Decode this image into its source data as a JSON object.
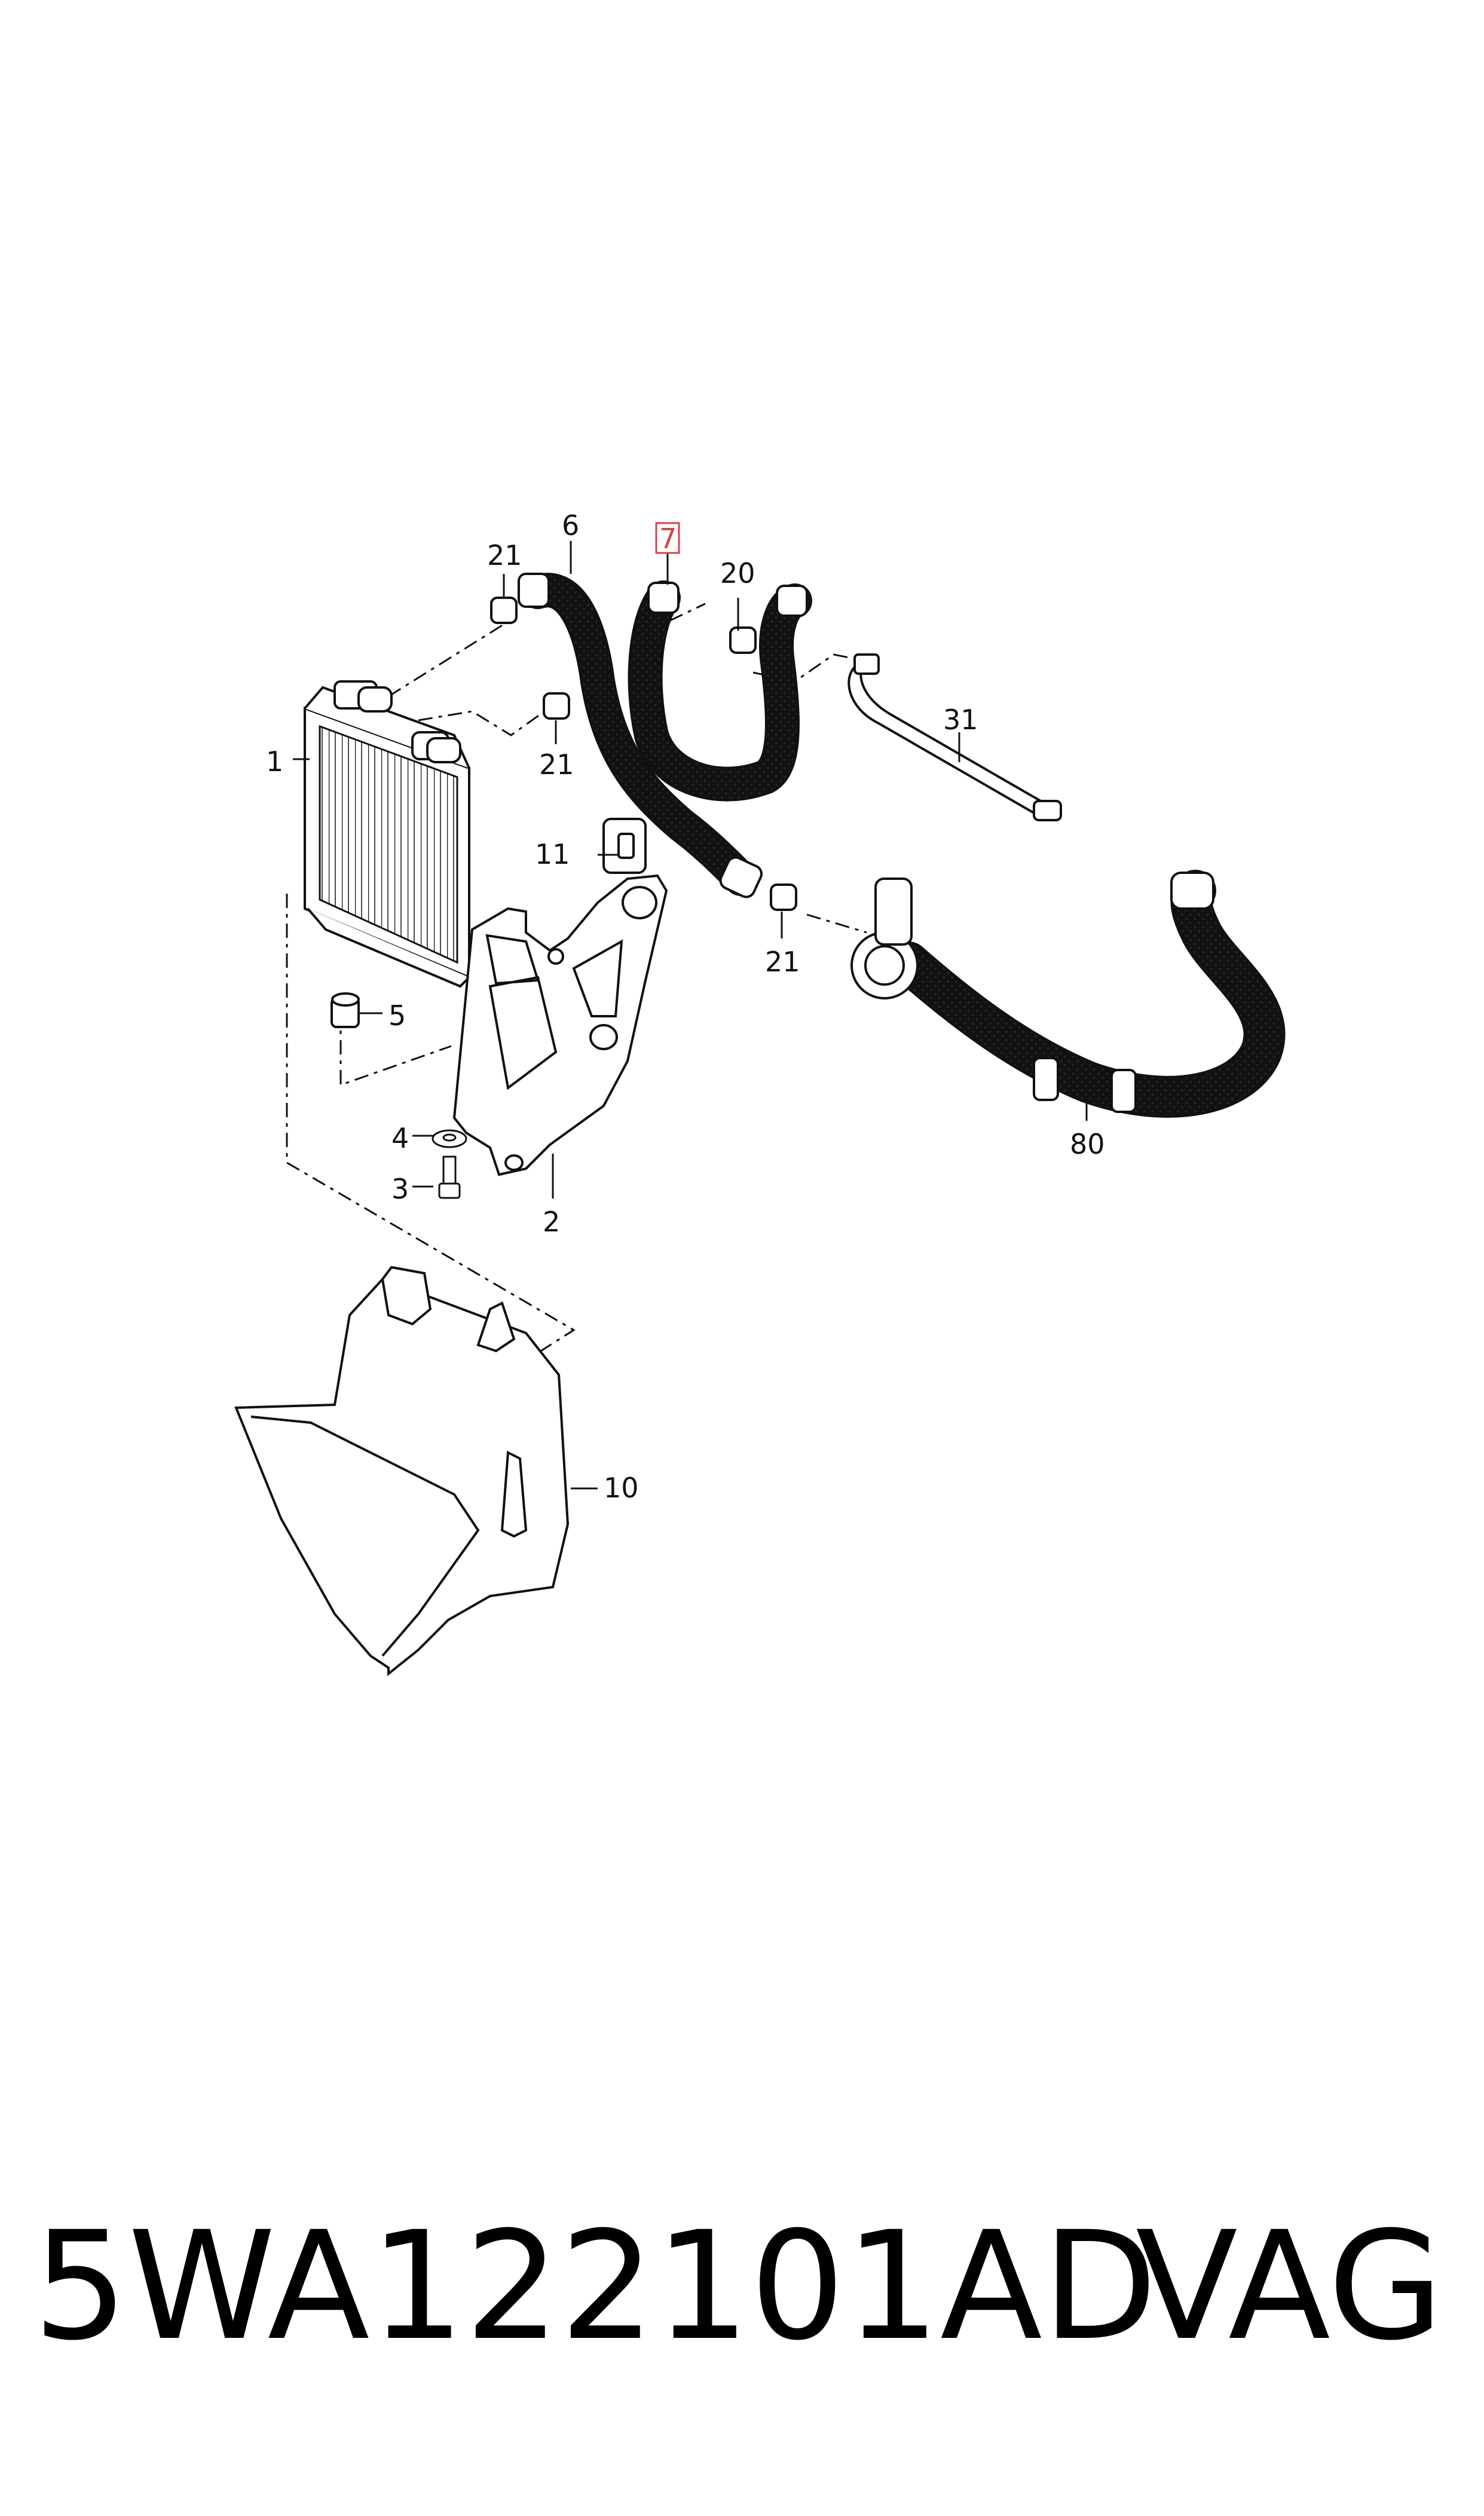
{
  "diagram": {
    "callouts": {
      "c1": "1",
      "c2": "2",
      "c3": "3",
      "c4": "4",
      "c5": "5",
      "c6": "6",
      "c7": "7",
      "c10": "10",
      "c11": "11",
      "c20": "20",
      "c21a": "21",
      "c21b": "21",
      "c21c": "21",
      "c31": "31",
      "c80": "80"
    },
    "highlighted_callout": "7",
    "highlight_color": "#d9414a",
    "hose_fill_pattern": "dotted"
  },
  "caption": {
    "part_number": "5WA122101AD",
    "brand": "VAG"
  }
}
